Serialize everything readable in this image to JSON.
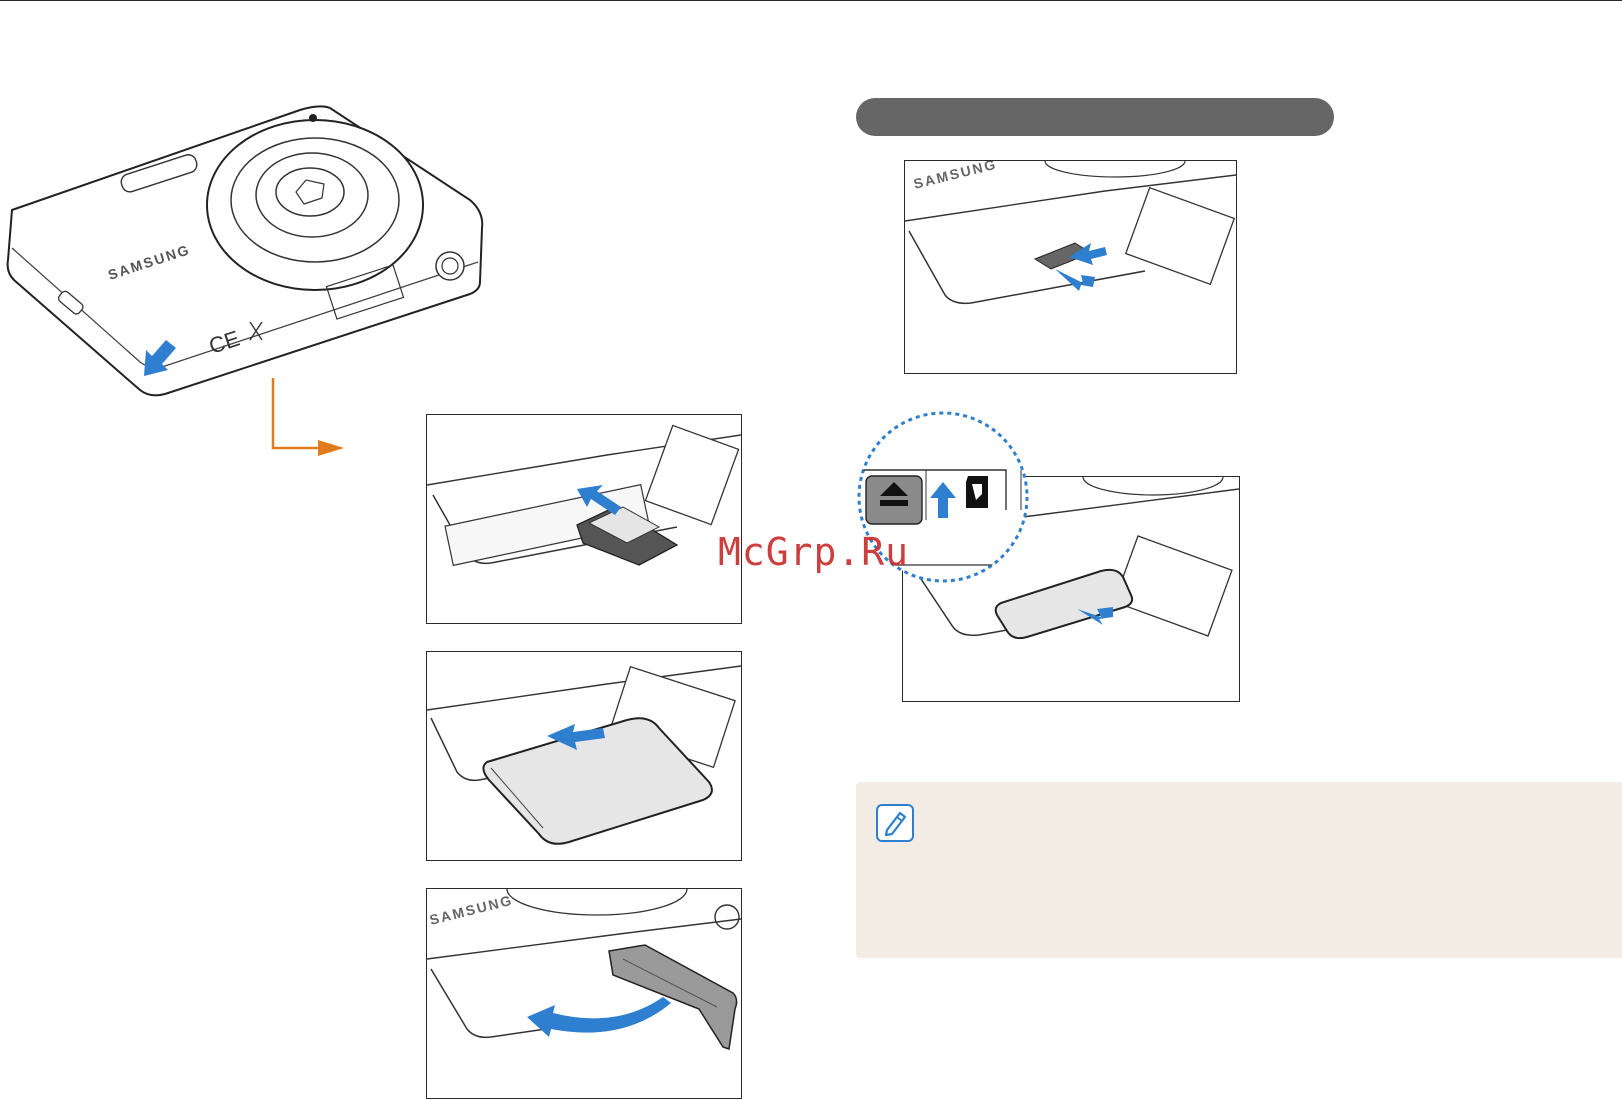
{
  "watermark": {
    "text": "McGrp.Ru"
  },
  "camera": {
    "brand_label": "SAMSUNG"
  },
  "steps_left": [
    {
      "name": "insert-memory-card"
    },
    {
      "name": "insert-battery"
    },
    {
      "name": "close-cover"
    }
  ],
  "steps_right": [
    {
      "name": "remove-memory-card"
    },
    {
      "name": "remove-battery"
    }
  ],
  "panel_brand_label": "SAMSUNG",
  "colors": {
    "arrow_blue": "#2f7fd0",
    "connector_orange": "#e07b1e",
    "pill_gray": "#666666",
    "note_bg": "#f2ece4",
    "watermark_red": "#c92a2a"
  },
  "icons": [
    "arrow-icon",
    "eject-icon",
    "memory-card-icon",
    "note-pencil-icon"
  ]
}
